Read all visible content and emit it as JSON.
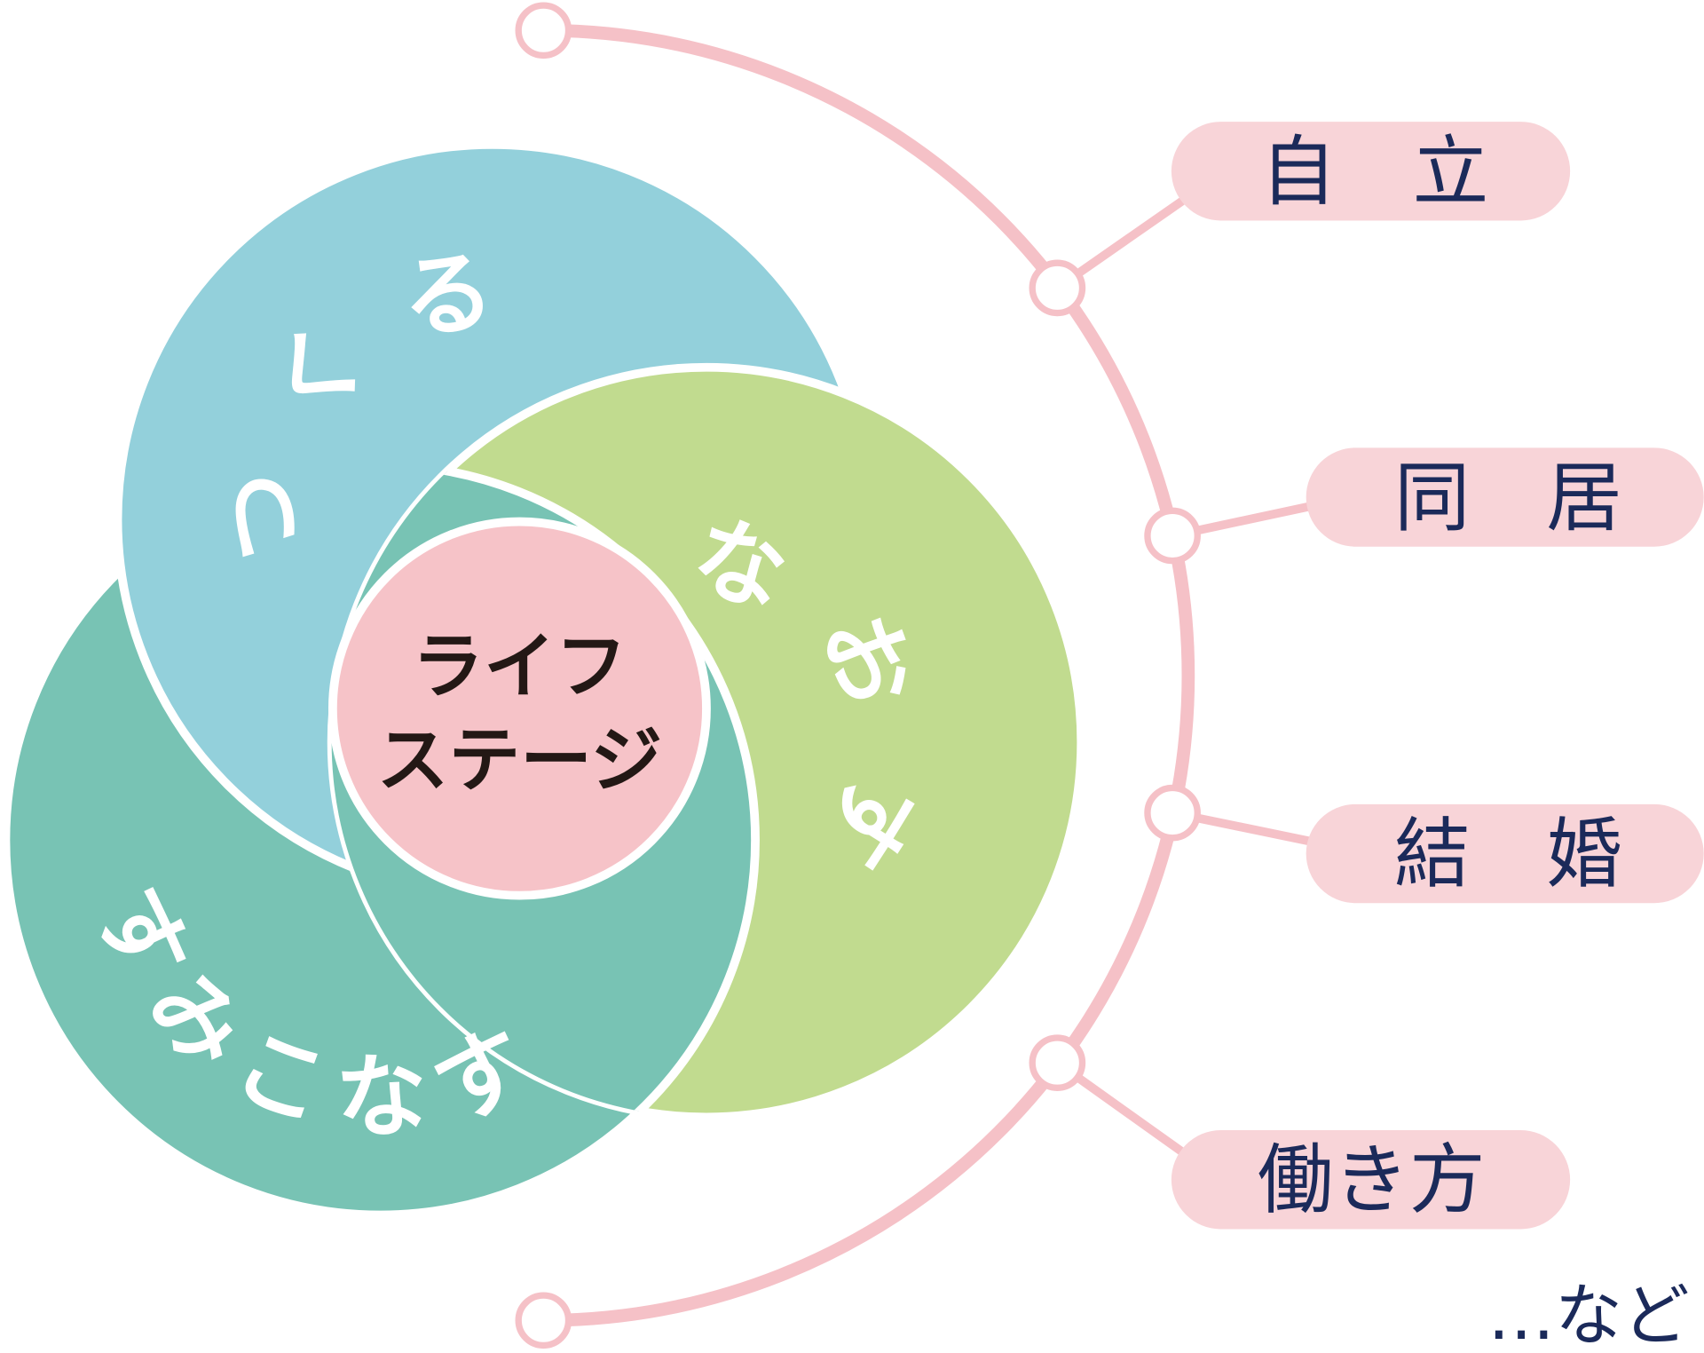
{
  "diagram": {
    "center": {
      "line1": "ライフ",
      "line2": "ステージ"
    },
    "circles": [
      {
        "id": "tsukuru",
        "label": "つくる",
        "color": "#93d0db"
      },
      {
        "id": "naosu",
        "label": "なおす",
        "color": "#c1db8f"
      },
      {
        "id": "sumikonasu",
        "label": "すみこなす",
        "color": "#78c3b4"
      }
    ],
    "center_color": "#f6c3c8",
    "arc_color": "#f5c1c7",
    "pill_color": "#f8d4d8",
    "text_color": "#1b2a5a",
    "stages": [
      {
        "label": "自　立"
      },
      {
        "label": "同　居"
      },
      {
        "label": "結　婚"
      },
      {
        "label": "働き方"
      }
    ],
    "etc": "…など"
  }
}
